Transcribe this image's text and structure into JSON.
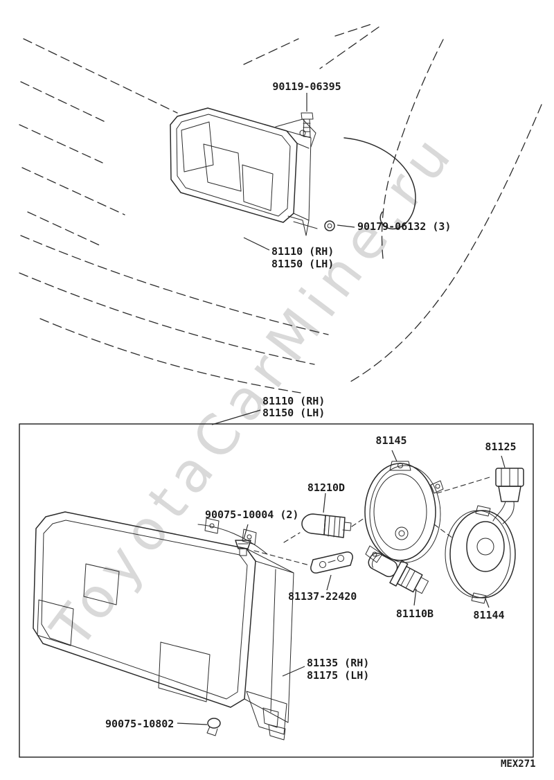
{
  "watermark": "ToyotaCarMine.ru",
  "figure_code": "MEX271",
  "assembly": {
    "rh": "81110 (RH)",
    "lh": "81150 (LH)"
  },
  "parts": {
    "mount_bolt": "90119-06395",
    "mount_nut": "90179-06132 (3)",
    "retainer_ring": "81145",
    "socket_plug": "81125",
    "signal_bulb": "81210D",
    "clip": "90075-10004 (2)",
    "bracket_plate": "81137-22420",
    "headlamp_bulb": "81110B",
    "socket_cover": "81144",
    "unit_rh": "81135 (RH)",
    "unit_lh": "81175 (LH)",
    "grommet": "90075-10802"
  }
}
